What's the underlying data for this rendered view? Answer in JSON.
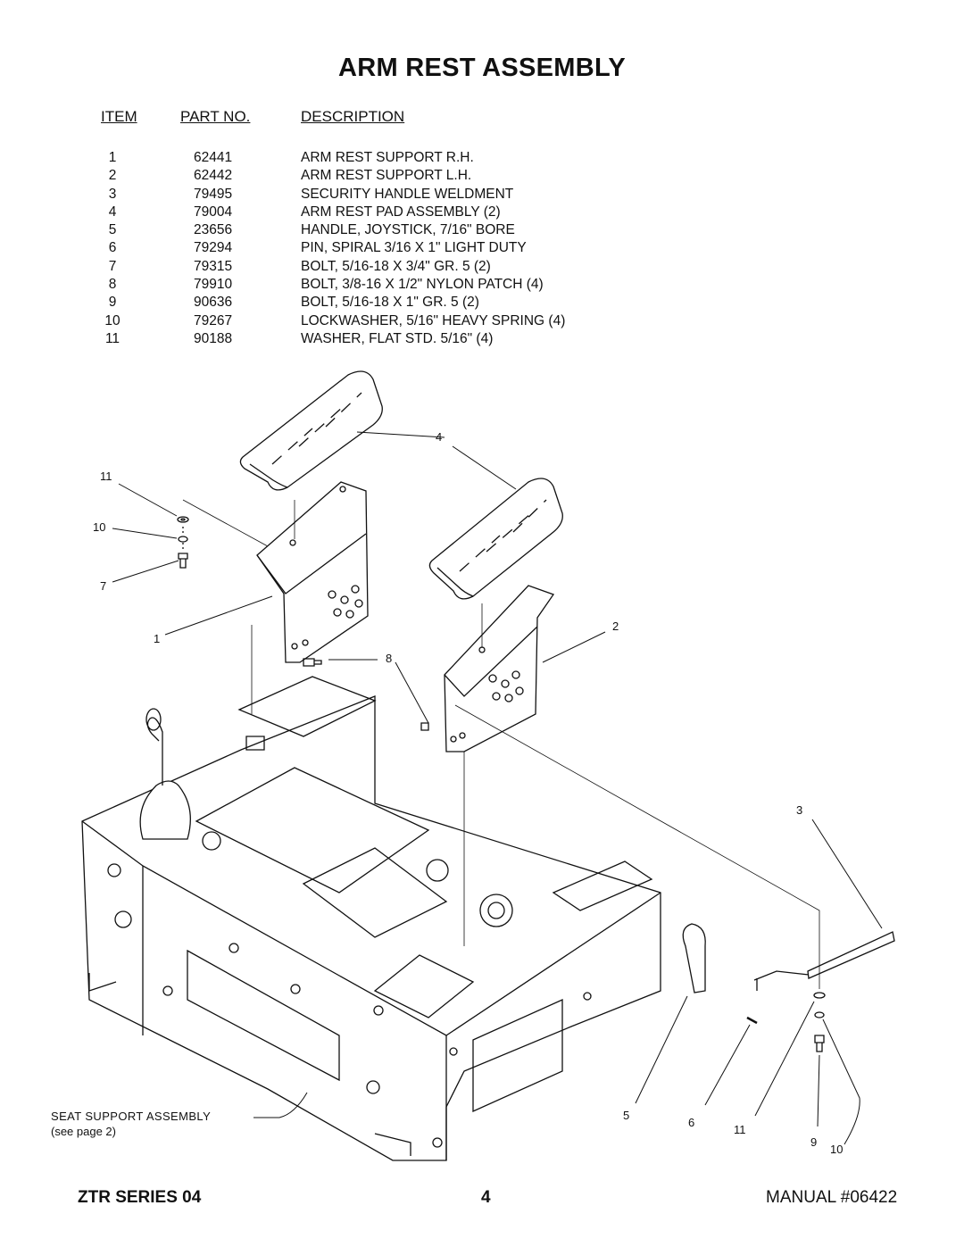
{
  "title": "ARM REST ASSEMBLY",
  "headers": {
    "item": "ITEM",
    "part": "PART NO.",
    "description": "DESCRIPTION"
  },
  "parts": [
    {
      "item": "1",
      "part": "62441",
      "desc": "ARM REST SUPPORT R.H."
    },
    {
      "item": "2",
      "part": "62442",
      "desc": "ARM REST SUPPORT L.H."
    },
    {
      "item": "3",
      "part": "79495",
      "desc": "SECURITY HANDLE WELDMENT"
    },
    {
      "item": "4",
      "part": "79004",
      "desc": "ARM REST PAD ASSEMBLY  (2)"
    },
    {
      "item": "5",
      "part": "23656",
      "desc": "HANDLE, JOYSTICK, 7/16\" BORE"
    },
    {
      "item": "6",
      "part": "79294",
      "desc": "PIN, SPIRAL 3/16 X 1\" LIGHT DUTY"
    },
    {
      "item": "7",
      "part": "79315",
      "desc": "BOLT, 5/16-18 X 3/4\" GR. 5  (2)"
    },
    {
      "item": "8",
      "part": "79910",
      "desc": "BOLT, 3/8-16 X 1/2\" NYLON PATCH  (4)"
    },
    {
      "item": "9",
      "part": "90636",
      "desc": "BOLT, 5/16-18 X 1\" GR. 5  (2)"
    },
    {
      "item": "10",
      "part": "79267",
      "desc": "LOCKWASHER, 5/16\" HEAVY SPRING  (4)"
    },
    {
      "item": "11",
      "part": "90188",
      "desc": "WASHER, FLAT STD. 5/16\"  (4)"
    }
  ],
  "callouts": {
    "c4": "4",
    "c11a": "11",
    "c10a": "10",
    "c7": "7",
    "c1": "1",
    "c8": "8",
    "c2": "2",
    "c3": "3",
    "c5": "5",
    "c6": "6",
    "c11b": "11",
    "c9": "9",
    "c10b": "10"
  },
  "seat_label": "SEAT SUPPORT ASSEMBLY",
  "seat_sublabel": "(see page 2)",
  "footer": {
    "left": "ZTR SERIES 04",
    "page": "4",
    "right": "MANUAL #06422"
  }
}
